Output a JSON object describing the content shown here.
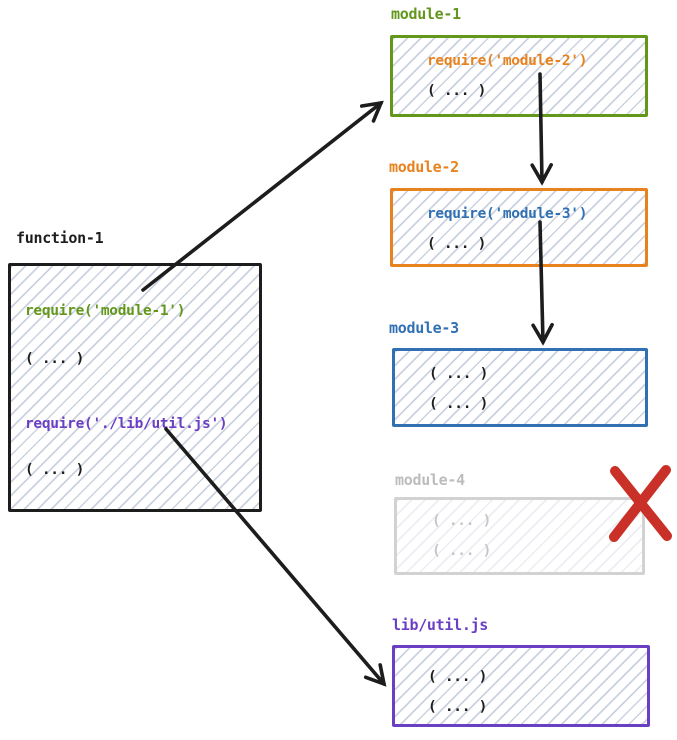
{
  "palette": {
    "ink": "#1d1d1d",
    "green": "#63971b",
    "orange": "#e8821e",
    "blue": "#3070b3",
    "purple": "#6b3fc4",
    "muted_border": "#d2d2d2",
    "muted_text": "#c6c6c6",
    "red": "#c93028"
  },
  "function_box": {
    "title": "function-1",
    "lines": [
      {
        "text": "require('module-1')",
        "color": "#63971b"
      },
      {
        "text": "( ... )",
        "color": "#1d1d1d"
      },
      {
        "text": "require('./lib/util.js')",
        "color": "#6b3fc4"
      },
      {
        "text": "( ... )",
        "color": "#1d1d1d"
      }
    ]
  },
  "modules": [
    {
      "name": "module-1",
      "accent": "#63971b",
      "lines": [
        {
          "text": "require('module-2')",
          "color": "#e8821e"
        },
        {
          "text": "( ... )",
          "color": "#1d1d1d"
        }
      ]
    },
    {
      "name": "module-2",
      "accent": "#e8821e",
      "lines": [
        {
          "text": "require('module-3')",
          "color": "#3070b3"
        },
        {
          "text": "( ... )",
          "color": "#1d1d1d"
        }
      ]
    },
    {
      "name": "module-3",
      "accent": "#3070b3",
      "lines": [
        {
          "text": "( ... )",
          "color": "#1d1d1d"
        },
        {
          "text": "( ... )",
          "color": "#1d1d1d"
        }
      ]
    },
    {
      "name": "module-4",
      "accent": "#bcbcbc",
      "border": "#d2d2d2",
      "lines": [
        {
          "text": "( ... )",
          "color": "#c6c6c6"
        },
        {
          "text": "( ... )",
          "color": "#c6c6c6"
        }
      ]
    },
    {
      "name": "lib/util.js",
      "accent": "#6b3fc4",
      "lines": [
        {
          "text": "( ... )",
          "color": "#1d1d1d"
        },
        {
          "text": "( ... )",
          "color": "#1d1d1d"
        }
      ]
    }
  ],
  "edges": [
    {
      "from": "function-1",
      "to": "module-1"
    },
    {
      "from": "module-1",
      "to": "module-2"
    },
    {
      "from": "module-2",
      "to": "module-3"
    },
    {
      "from": "function-1",
      "to": "lib/util.js"
    }
  ],
  "excluded": {
    "module": "module-4",
    "marker": "red-x",
    "color": "#c93028"
  }
}
